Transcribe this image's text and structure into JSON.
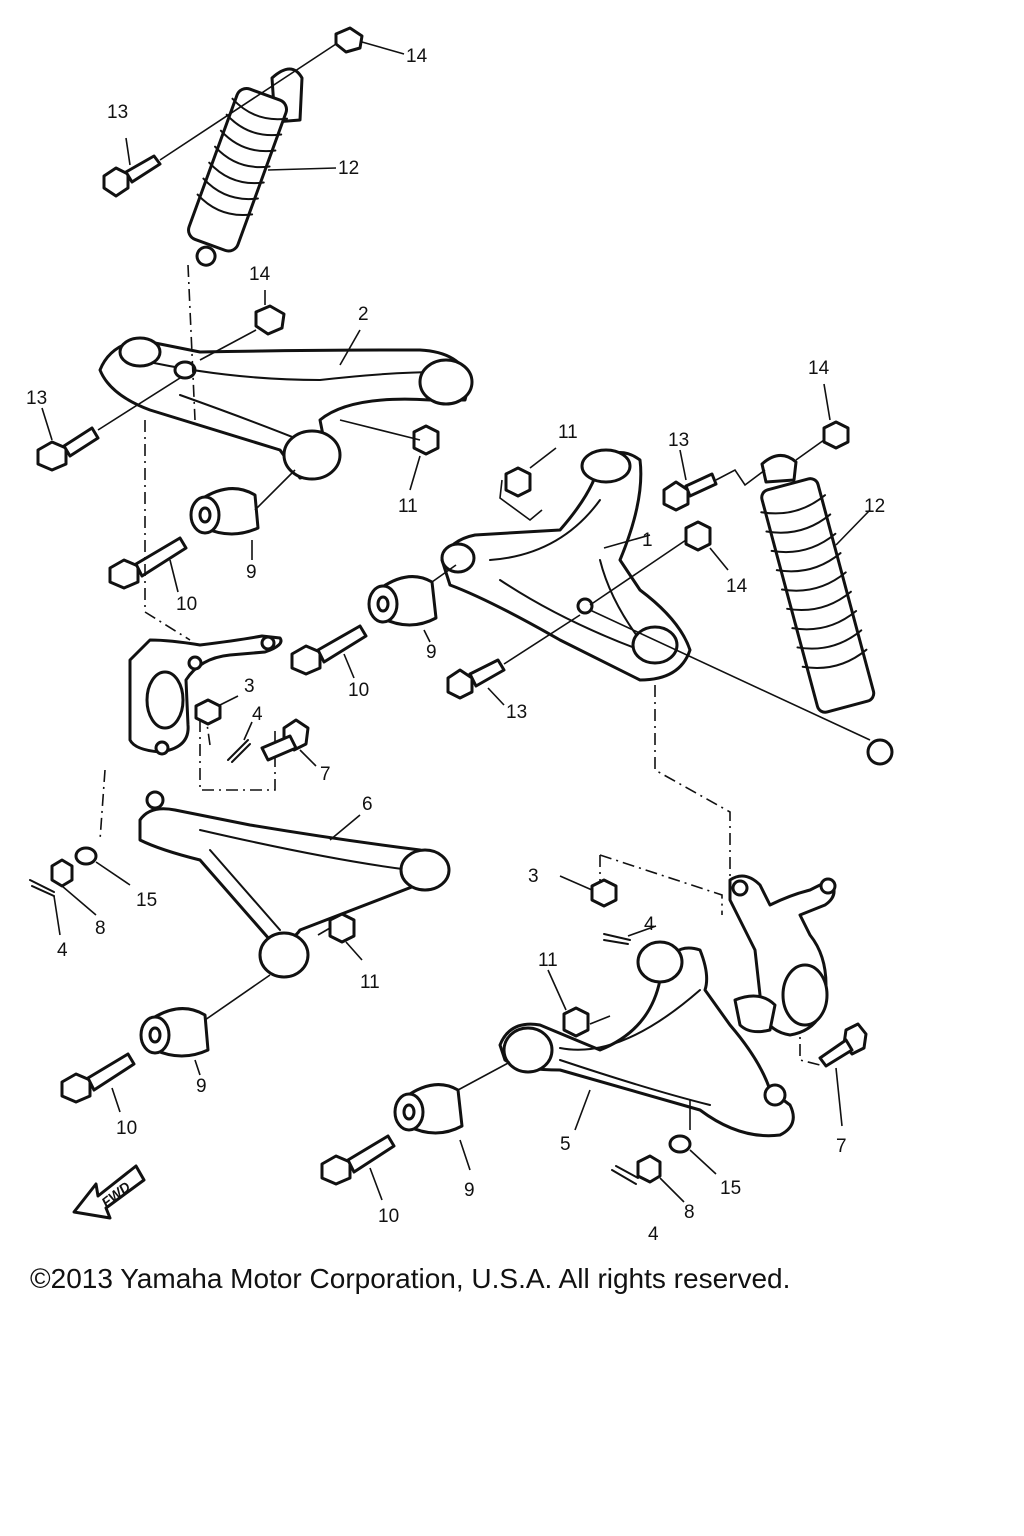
{
  "callouts": {
    "c1": "1",
    "c2": "2",
    "c3a": "3",
    "c3b": "3",
    "c4a": "4",
    "c4b": "4",
    "c4c": "4",
    "c4d": "4",
    "c5": "5",
    "c6": "6",
    "c7a": "7",
    "c7b": "7",
    "c8a": "8",
    "c8b": "8",
    "c9a": "9",
    "c9b": "9",
    "c9c": "9",
    "c9d": "9",
    "c10a": "10",
    "c10b": "10",
    "c10c": "10",
    "c10d": "10",
    "c11a": "11",
    "c11b": "11",
    "c11c": "11",
    "c11d": "11",
    "c12a": "12",
    "c12b": "12",
    "c13a": "13",
    "c13b": "13",
    "c13c": "13",
    "c13d": "13",
    "c14a": "14",
    "c14b": "14",
    "c14c": "14",
    "c14d": "14",
    "c15a": "15",
    "c15b": "15"
  },
  "fwd_label": "FWD",
  "copyright": "©2013 Yamaha Motor Corporation, U.S.A. All rights reserved."
}
